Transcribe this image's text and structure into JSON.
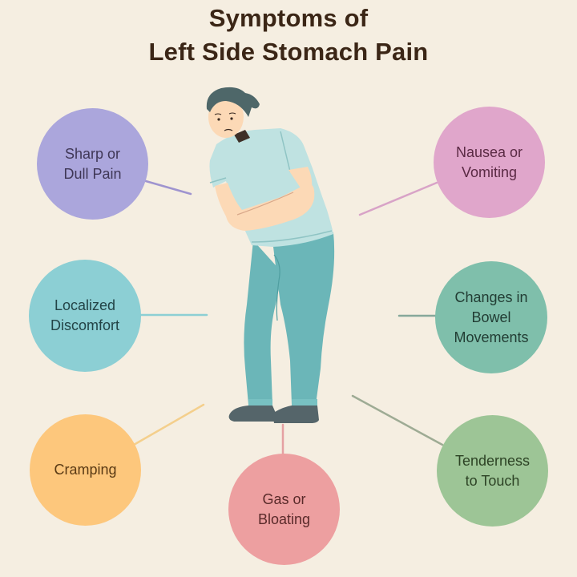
{
  "title": {
    "line1": "Symptoms of",
    "line2": "Left Side Stomach Pain"
  },
  "figure": {
    "description": "woman bent over holding stomach in pain",
    "colors": {
      "hair": "#4e6769",
      "skin": "#fcd9b6",
      "shirt": "#bfe2e1",
      "pants": "#6bb6b8",
      "shoes": "#55656a"
    }
  },
  "symptoms": [
    {
      "id": "sharp-or-dull-pain",
      "label": "Sharp or\nDull Pain",
      "color": "#aba6dc",
      "text_color": "#3f3756",
      "line_color": "#9f94cf"
    },
    {
      "id": "nausea-or-vomiting",
      "label": "Nausea or\nVomiting",
      "color": "#e0a6cb",
      "text_color": "#5a2a44",
      "line_color": "#d8a3c7"
    },
    {
      "id": "localized-discomfort",
      "label": "Localized\nDiscomfort",
      "color": "#8ccfd4",
      "text_color": "#234447",
      "line_color": "#8ccfd4"
    },
    {
      "id": "changes-in-bowel-movements",
      "label": "Changes in\nBowel\nMovements",
      "color": "#7fbfab",
      "text_color": "#223d34",
      "line_color": "#86a89a"
    },
    {
      "id": "cramping",
      "label": "Cramping",
      "color": "#fdc77c",
      "text_color": "#5a3a14",
      "line_color": "#f4cf8c"
    },
    {
      "id": "gas-or-bloating",
      "label": "Gas or\nBloating",
      "color": "#ed9fa0",
      "text_color": "#5a2a2a",
      "line_color": "#e5a0a2"
    },
    {
      "id": "tenderness-to-touch",
      "label": "Tenderness\nto Touch",
      "color": "#9dc596",
      "text_color": "#2d4325",
      "line_color": "#9eab94"
    }
  ]
}
